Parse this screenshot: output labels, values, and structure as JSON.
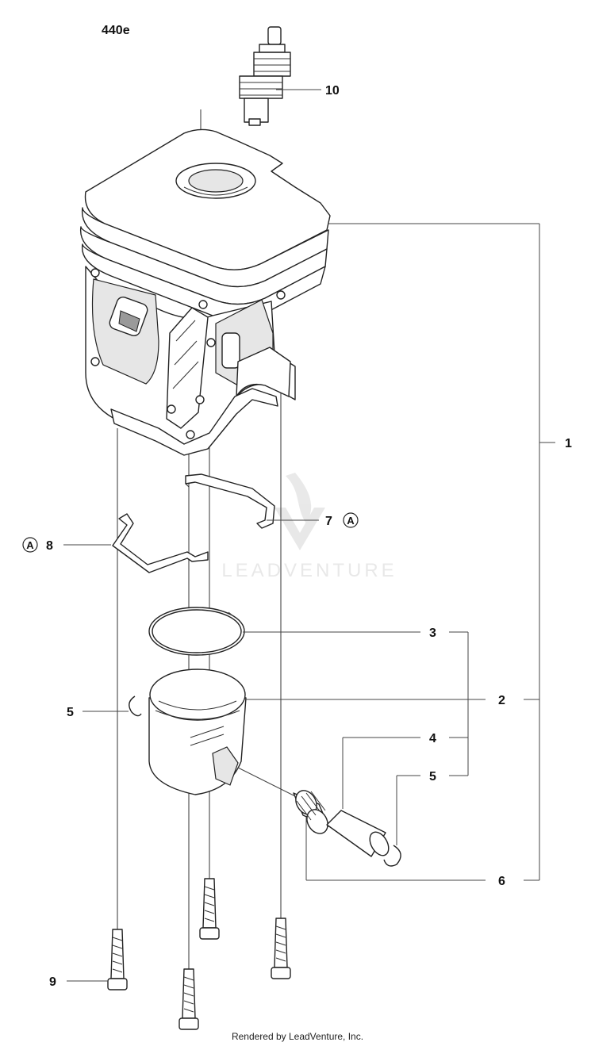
{
  "model": "440e",
  "footer": "Rendered by LeadVenture, Inc.",
  "watermark": "LEADVENTURE",
  "reference_marker": "A",
  "callouts": {
    "c1": "1",
    "c2": "2",
    "c3": "3",
    "c4": "4",
    "c5a": "5",
    "c5b": "5",
    "c6": "6",
    "c7": "7",
    "c8": "8",
    "c9": "9",
    "c10": "10"
  }
}
